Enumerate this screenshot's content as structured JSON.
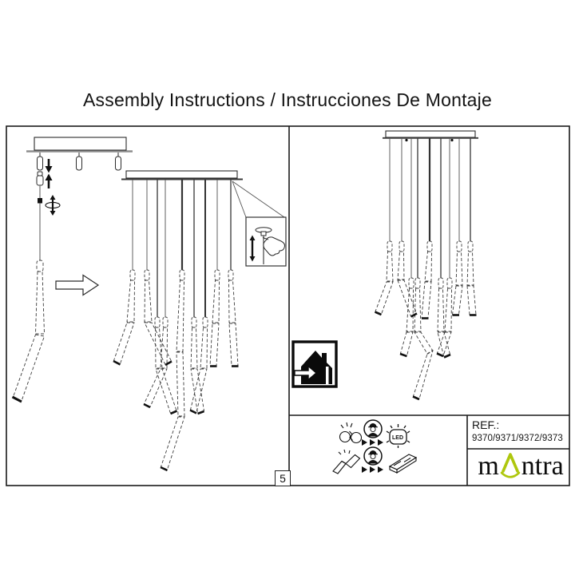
{
  "title": "Assembly Instructions / Instrucciones De Montaje",
  "page": {
    "number": "5"
  },
  "ref_box": {
    "label": "REF.:",
    "numbers": "9370/9371/9372/9373"
  },
  "logo": {
    "prefix": "m",
    "suffix": "ntra",
    "accent_color": "#aec70e"
  },
  "led_icon": {
    "label": "LED"
  },
  "footer_icons": {
    "row1": [
      "broken-led-icon",
      "service-technician-icon",
      "led-light-icon"
    ],
    "row2": [
      "broken-driver-icon",
      "service-technician-icon",
      "led-driver-icon"
    ]
  },
  "other_icons": [
    "indoor-use-icon",
    "height-adjust-hand-icon",
    "transition-arrow-icon",
    "up-down-adjust-icon"
  ],
  "colors": {
    "line": "#1a1a1a",
    "cable": "#6a6a6a",
    "dash": "#3c3c3c",
    "accent_green": "#aec70e"
  }
}
